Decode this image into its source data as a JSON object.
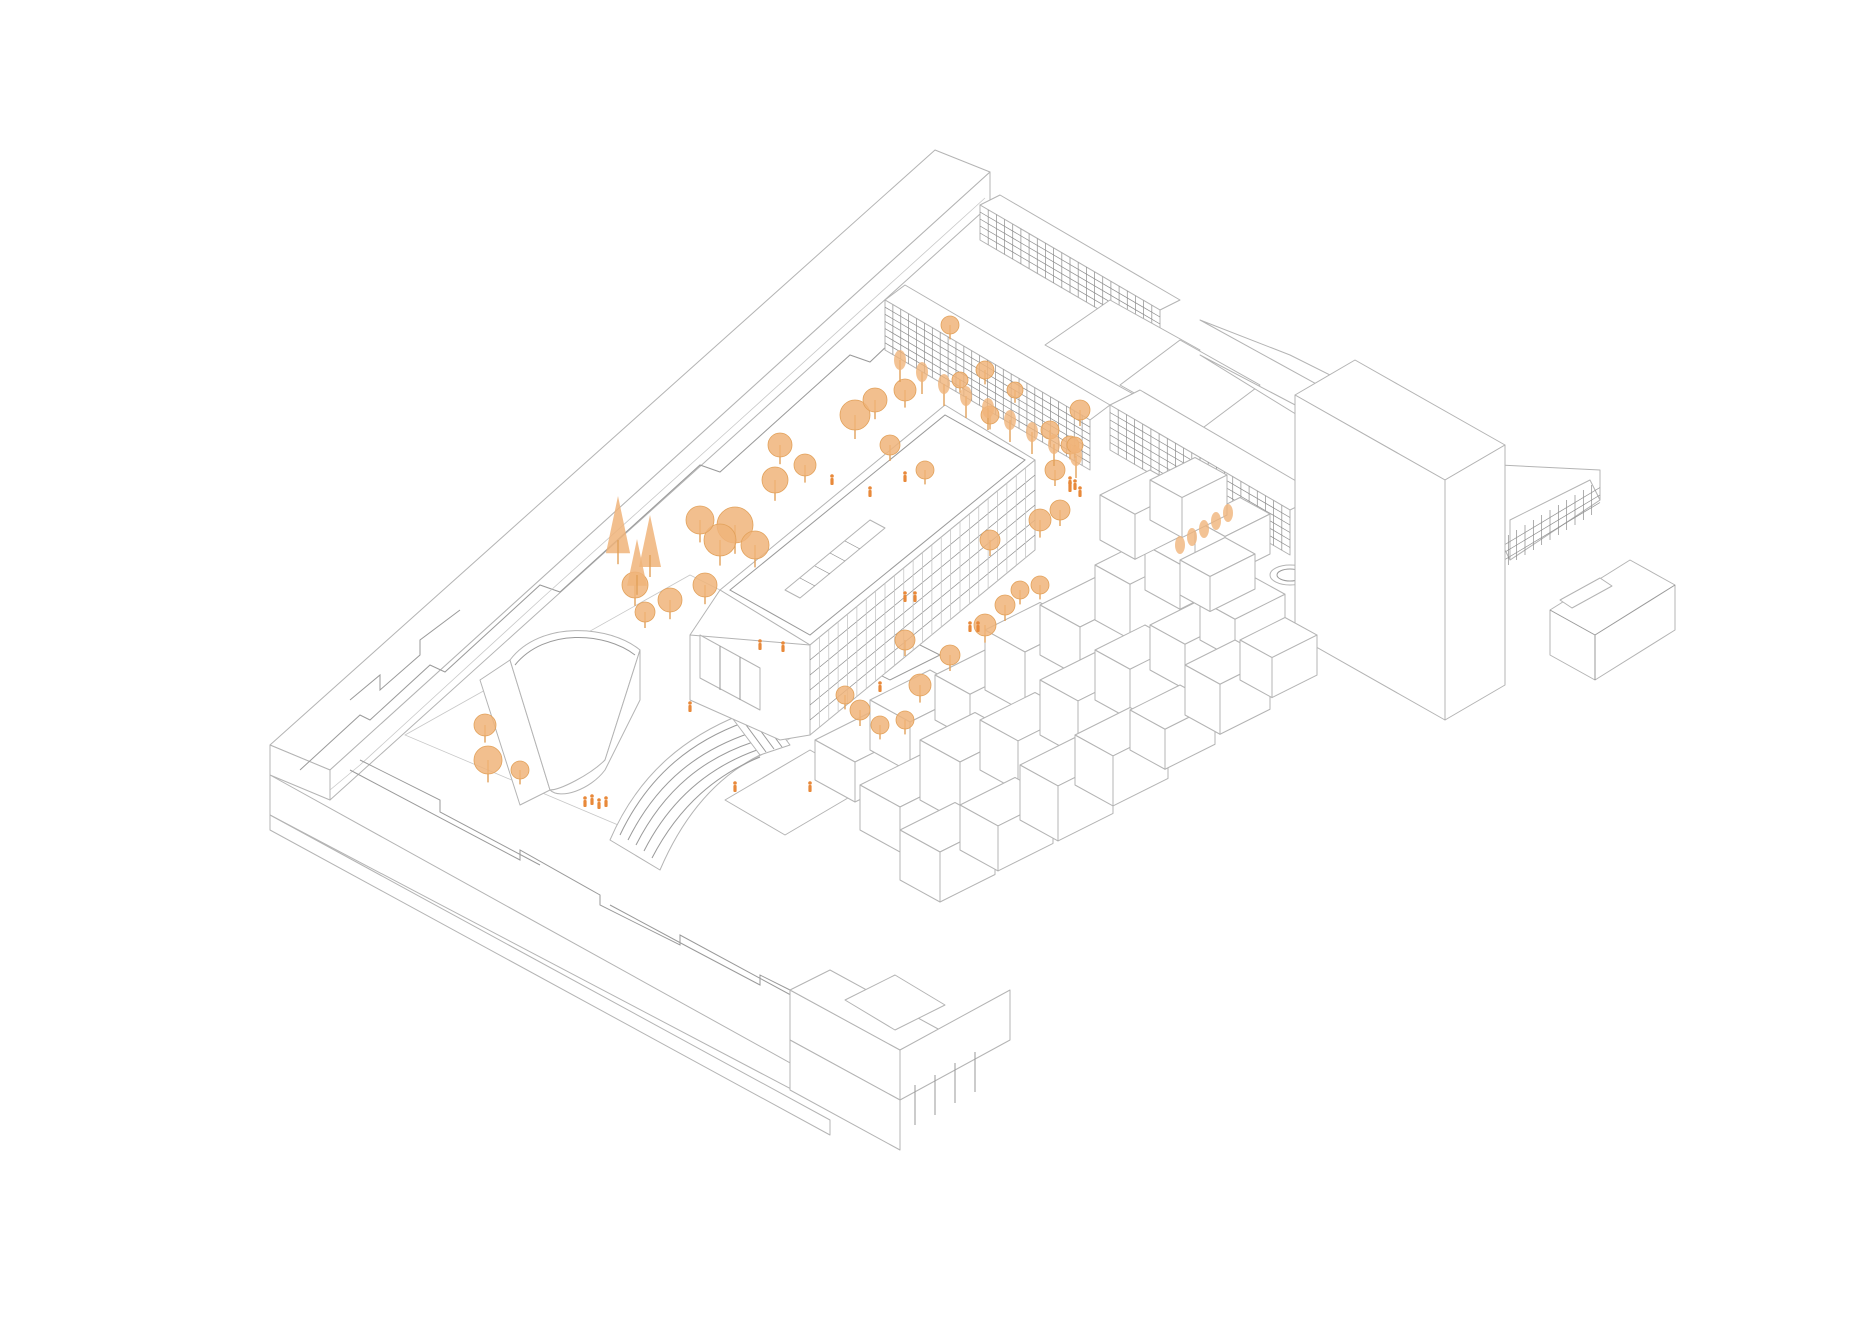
{
  "drawing": {
    "type": "isometric-site-axonometric",
    "linework_color": "#b4b4b4",
    "accent_color": "#f0b47a",
    "figure_color": "#e8893a",
    "background": "#ffffff",
    "elements": [
      "perimeter-block",
      "main-building",
      "oval-hall",
      "terraced-steps",
      "slab-buildings",
      "tower",
      "courtyard-blocks",
      "trees",
      "people"
    ]
  }
}
